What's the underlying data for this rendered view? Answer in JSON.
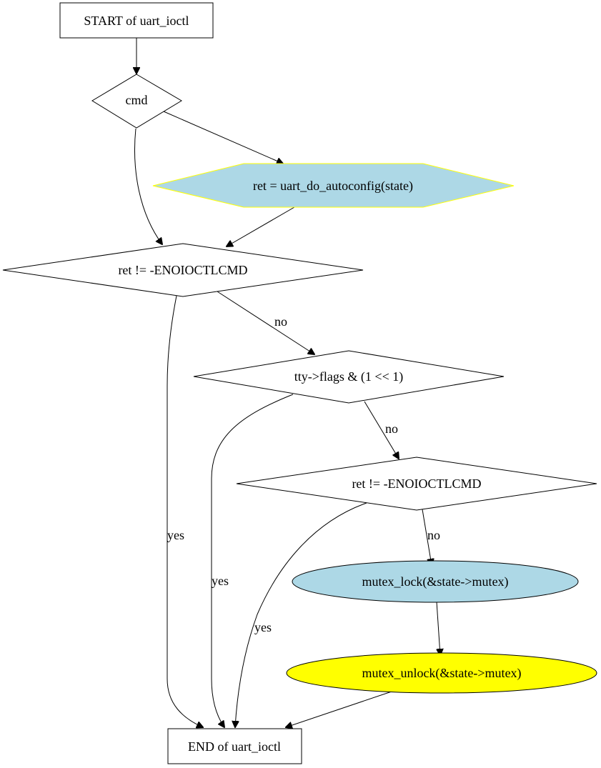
{
  "nodes": {
    "start": {
      "label": "START of uart_ioctl",
      "fill": "#ffffff",
      "stroke": "#000000"
    },
    "cmd": {
      "label": "cmd",
      "fill": "#ffffff",
      "stroke": "#000000"
    },
    "autoconfig": {
      "label": "ret = uart_do_autoconfig(state)",
      "fill": "#add8e6",
      "stroke": "#ffff00"
    },
    "check_ret_1": {
      "label": "ret != -ENOIOCTLCMD",
      "fill": "#ffffff",
      "stroke": "#000000"
    },
    "check_flags": {
      "label": "tty->flags & (1 << 1)",
      "fill": "#ffffff",
      "stroke": "#000000"
    },
    "check_ret_2": {
      "label": "ret != -ENOIOCTLCMD",
      "fill": "#ffffff",
      "stroke": "#000000"
    },
    "mutex_lock": {
      "label": "mutex_lock(&state->mutex)",
      "fill": "#add8e6",
      "stroke": "#000000"
    },
    "mutex_unlock": {
      "label": "mutex_unlock(&state->mutex)",
      "fill": "#ffff00",
      "stroke": "#000000"
    },
    "end": {
      "label": "END of uart_ioctl",
      "fill": "#ffffff",
      "stroke": "#000000"
    }
  },
  "edges": {
    "check_ret_1_no": {
      "label": "no"
    },
    "check_ret_1_yes": {
      "label": "yes"
    },
    "check_flags_no": {
      "label": "no"
    },
    "check_flags_yes": {
      "label": "yes"
    },
    "check_ret_2_no": {
      "label": "no"
    },
    "check_ret_2_yes": {
      "label": "yes"
    }
  }
}
